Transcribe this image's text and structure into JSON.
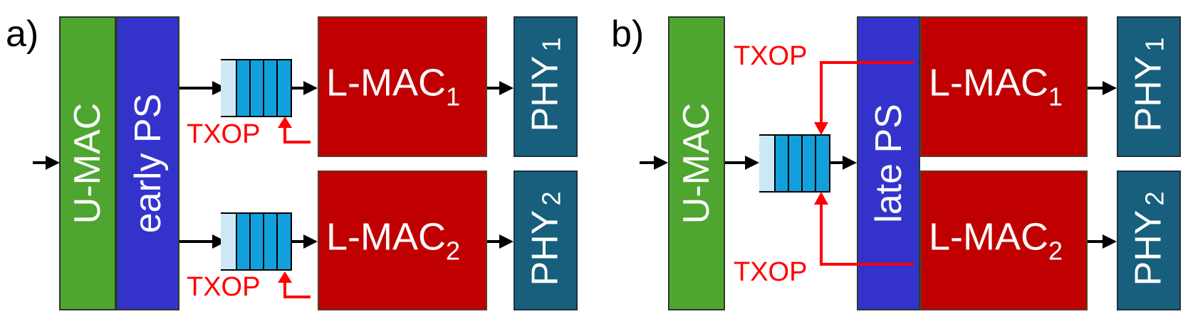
{
  "panel_a": {
    "letter": "a)",
    "umac": "U-MAC",
    "ps": "early PS",
    "lmac1": "L-MAC",
    "lmac1_sub": "1",
    "lmac2": "L-MAC",
    "lmac2_sub": "2",
    "phy1": "PHY",
    "phy1_sub": "1",
    "phy2": "PHY",
    "phy2_sub": "2",
    "txop_top": "TXOP",
    "txop_bottom": "TXOP"
  },
  "panel_b": {
    "letter": "b)",
    "umac": "U-MAC",
    "ps": "late PS",
    "lmac1": "L-MAC",
    "lmac1_sub": "1",
    "lmac2": "L-MAC",
    "lmac2_sub": "2",
    "phy1": "PHY",
    "phy1_sub": "1",
    "phy2": "PHY",
    "phy2_sub": "2",
    "txop_top": "TXOP",
    "txop_bottom": "TXOP"
  },
  "colors": {
    "umac": "#4ea530",
    "ps": "#3333cc",
    "lmac": "#c00000",
    "phy": "#175f7c",
    "queue_light": "#cde9f6",
    "queue_dark": "#12a0dc",
    "txop": "#ff0000"
  }
}
